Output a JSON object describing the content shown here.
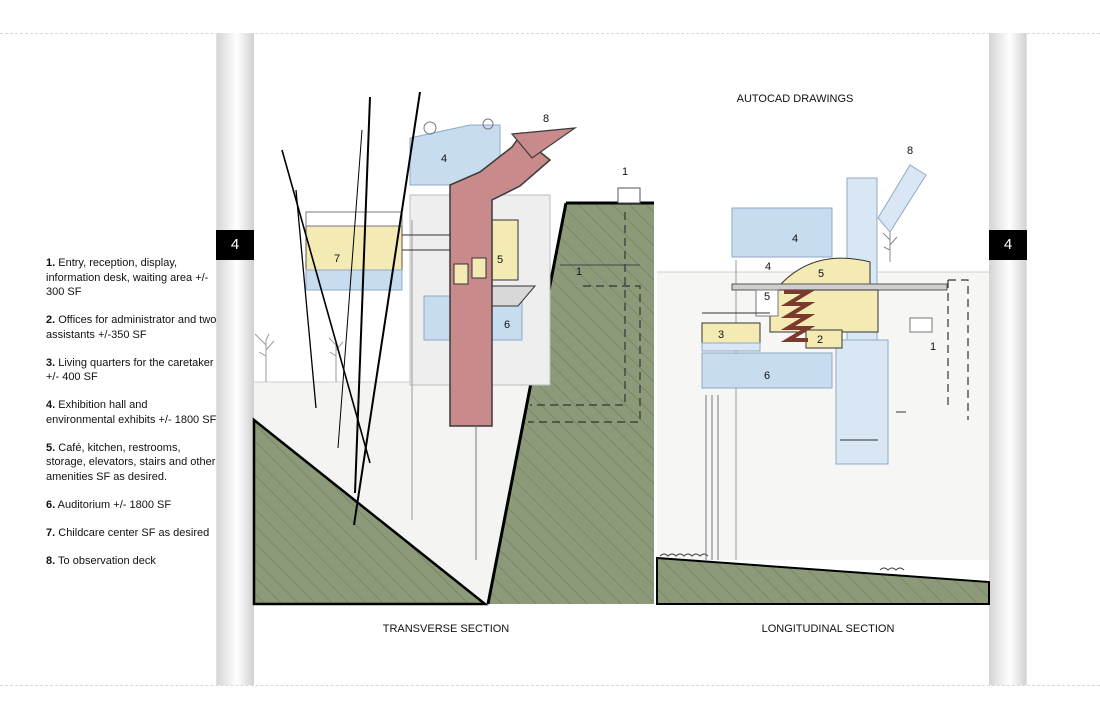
{
  "header": {
    "title": "AUTOCAD DRAWINGS"
  },
  "page_tabs": {
    "left": "4",
    "right": "4"
  },
  "legend": [
    {
      "num": "1.",
      "text": " Entry, reception, display, information desk, waiting area +/- 300 SF"
    },
    {
      "num": "2.",
      "text": " Offices for administrator and two assistants +/-350 SF"
    },
    {
      "num": "3.",
      "text": " Living quarters for the caretaker +/- 400 SF"
    },
    {
      "num": "4.",
      "text": " Exhibition hall and environmental exhibits +/- 1800 SF"
    },
    {
      "num": "5.",
      "text": " Café, kitchen,  restrooms, storage, elevators, stairs and other amenities SF as desired."
    },
    {
      "num": "6.",
      "text": " Auditorium +/- 1800 SF"
    },
    {
      "num": "7.",
      "text": " Childcare center SF as desired"
    },
    {
      "num": "8.",
      "text": " To observation deck"
    }
  ],
  "transverse": {
    "caption": "TRANSVERSE SECTION",
    "labels": {
      "l1": "1",
      "l1b": "1",
      "l4": "4",
      "l5": "5",
      "l6": "6",
      "l7": "7",
      "l8": "8"
    }
  },
  "longitudinal": {
    "caption": "LONGITUDINAL SECTION",
    "labels": {
      "l1": "1",
      "l2": "2",
      "l3": "3",
      "l4a": "4",
      "l4b": "4",
      "l5a": "5",
      "l5b": "5",
      "l6": "6",
      "l8": "8"
    }
  },
  "colors": {
    "ground": "#8c9a79",
    "tower": "#c98a8c",
    "cafe": "#f4ebb4",
    "exhibit": "#c7dcef",
    "stair": "#7a3b2e"
  }
}
